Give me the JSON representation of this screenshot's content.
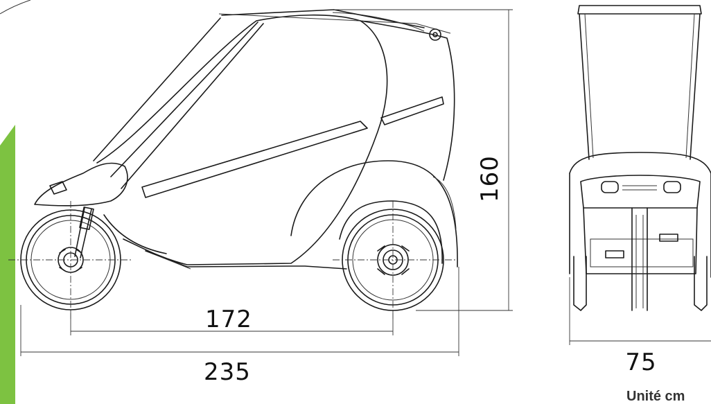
{
  "dimensions": {
    "wheelbase": "172",
    "total_length": "235",
    "height": "160",
    "width": "75"
  },
  "unit_label": "Unité cm",
  "colors": {
    "accent_green": "#7dc241",
    "line": "#1a1a1a"
  }
}
